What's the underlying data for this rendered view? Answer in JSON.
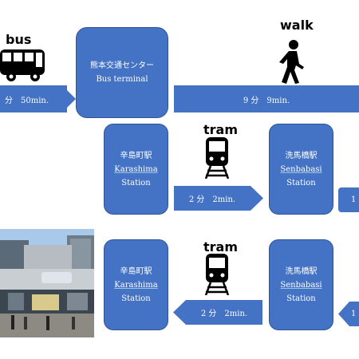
{
  "modes": {
    "bus": "bus",
    "walk": "walk",
    "tram_top": "tram",
    "tram_bottom": "tram"
  },
  "nodes": {
    "bus_terminal": {
      "jp": "熊本交通センター",
      "en": "Bus terminal"
    },
    "karashima_top": {
      "jp": "辛島町駅",
      "en1": "Karashima",
      "en2": "Station"
    },
    "senbabasi_top": {
      "jp": "洗馬橋駅",
      "en1": "Senbabasi",
      "en2": "Station"
    },
    "karashima_bottom": {
      "jp": "辛島町駅",
      "en1": "Karashima",
      "en2": "Station"
    },
    "senbabasi_bottom": {
      "jp": "洗馬橋駅",
      "en1": "Senbabasi",
      "en2": "Station"
    }
  },
  "segments": {
    "bus_time": "分　50min.",
    "walk_time": "9 分　9min.",
    "tram_top_time": "2 分　2min.",
    "tram_bottom_time": "2 分　2min.",
    "edge_right_top": "1",
    "edge_right_bottom": "1"
  },
  "colors": {
    "box": "#4472c4",
    "border": "#2f5597"
  }
}
